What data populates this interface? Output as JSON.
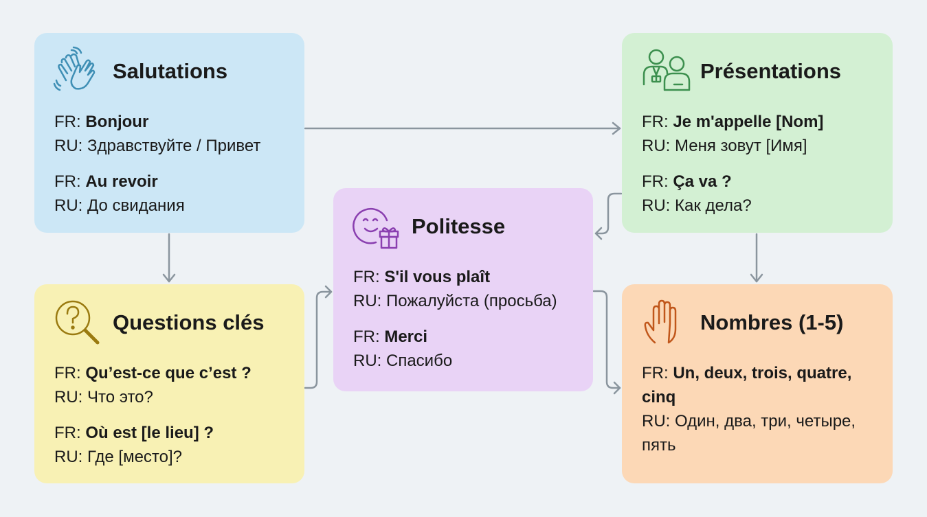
{
  "colors": {
    "background": "#eef2f5",
    "salutations": "#cce7f6",
    "presentations": "#d3f0d3",
    "politesse": "#e9d3f6",
    "questions": "#f8f1b4",
    "nombres": "#fcd8b6",
    "connector": "#8a959e"
  },
  "cards": {
    "salutations": {
      "icon": "waving-hands-icon",
      "title": "Salutations",
      "items": [
        {
          "fr_prefix": "FR: ",
          "fr": "Bonjour",
          "ru": "RU: Здравствуйте / Привет"
        },
        {
          "fr_prefix": "FR: ",
          "fr": "Au revoir",
          "ru": "RU: До свидания"
        }
      ]
    },
    "presentations": {
      "icon": "people-icon",
      "title": "Présentations",
      "items": [
        {
          "fr_prefix": "FR: ",
          "fr": "Je m'appelle [Nom]",
          "ru": "RU: Меня зовут [Имя]"
        },
        {
          "fr_prefix": "FR: ",
          "fr": "Ça va ?",
          "ru": "RU: Как дела?"
        }
      ]
    },
    "politesse": {
      "icon": "smile-gift-icon",
      "title": "Politesse",
      "items": [
        {
          "fr_prefix": "FR: ",
          "fr": "S'il vous plaît",
          "ru": "RU: Пожалуйста (просьба)"
        },
        {
          "fr_prefix": "FR: ",
          "fr": "Merci",
          "ru": "RU: Спасибо"
        }
      ]
    },
    "questions": {
      "icon": "question-magnifier-icon",
      "title": "Questions clés",
      "items": [
        {
          "fr_prefix": "FR: ",
          "fr": "Qu’est-ce que c’est ?",
          "ru": "RU: Что это?"
        },
        {
          "fr_prefix": "FR: ",
          "fr": "Où est [le lieu] ?",
          "ru": "RU: Где [место]?"
        }
      ]
    },
    "nombres": {
      "icon": "open-hand-icon",
      "title": "Nombres (1-5)",
      "items": [
        {
          "fr_prefix": "FR: ",
          "fr": "Un, deux, trois, quatre, cinq",
          "ru": "RU: Один, два, три, четыре, пять"
        }
      ]
    }
  }
}
